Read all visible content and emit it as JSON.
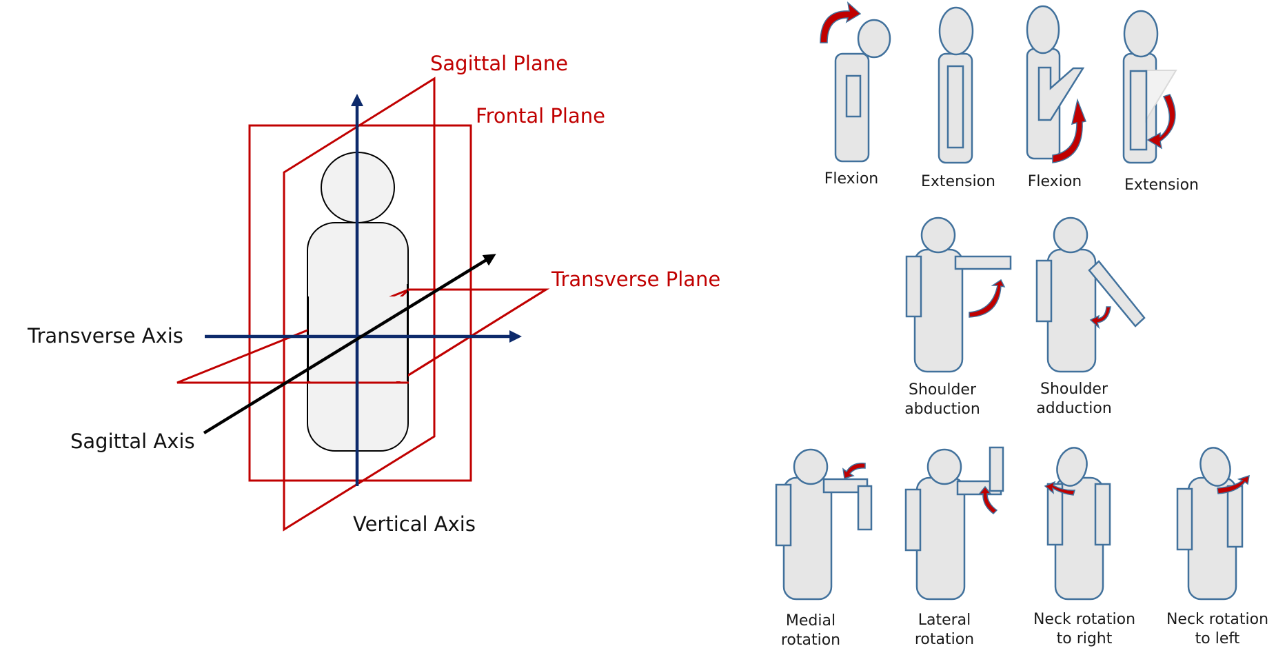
{
  "planes_diagram": {
    "plane_labels": {
      "sagittal": "Sagittal Plane",
      "frontal": "Frontal Plane",
      "transverse": "Transverse Plane"
    },
    "axis_labels": {
      "transverse": "Transverse Axis",
      "sagittal": "Sagittal Axis",
      "vertical": "Vertical Axis"
    }
  },
  "movements": [
    {
      "id": "neck-flexion",
      "caption": [
        "Flexion"
      ]
    },
    {
      "id": "neck-extension",
      "caption": [
        "Extension"
      ]
    },
    {
      "id": "elbow-flexion",
      "caption": [
        "Flexion"
      ]
    },
    {
      "id": "elbow-extension",
      "caption": [
        "Extension"
      ]
    },
    {
      "id": "shoulder-abduction",
      "caption": [
        "Shoulder",
        "abduction"
      ]
    },
    {
      "id": "shoulder-adduction",
      "caption": [
        "Shoulder",
        "adduction"
      ]
    },
    {
      "id": "medial-rotation",
      "caption": [
        "Medial",
        "rotation"
      ]
    },
    {
      "id": "lateral-rotation",
      "caption": [
        "Lateral",
        "rotation"
      ]
    },
    {
      "id": "neck-rotation-right",
      "caption": [
        "Neck rotation",
        "to right"
      ]
    },
    {
      "id": "neck-rotation-left",
      "caption": [
        "Neck rotation",
        "to left"
      ]
    }
  ],
  "colors": {
    "plane": "#c00000",
    "axis": "#0d2a6b",
    "figure_fill": "#e6e6e6",
    "figure_stroke": "#41719c",
    "motion_arrow": "#c00000"
  }
}
